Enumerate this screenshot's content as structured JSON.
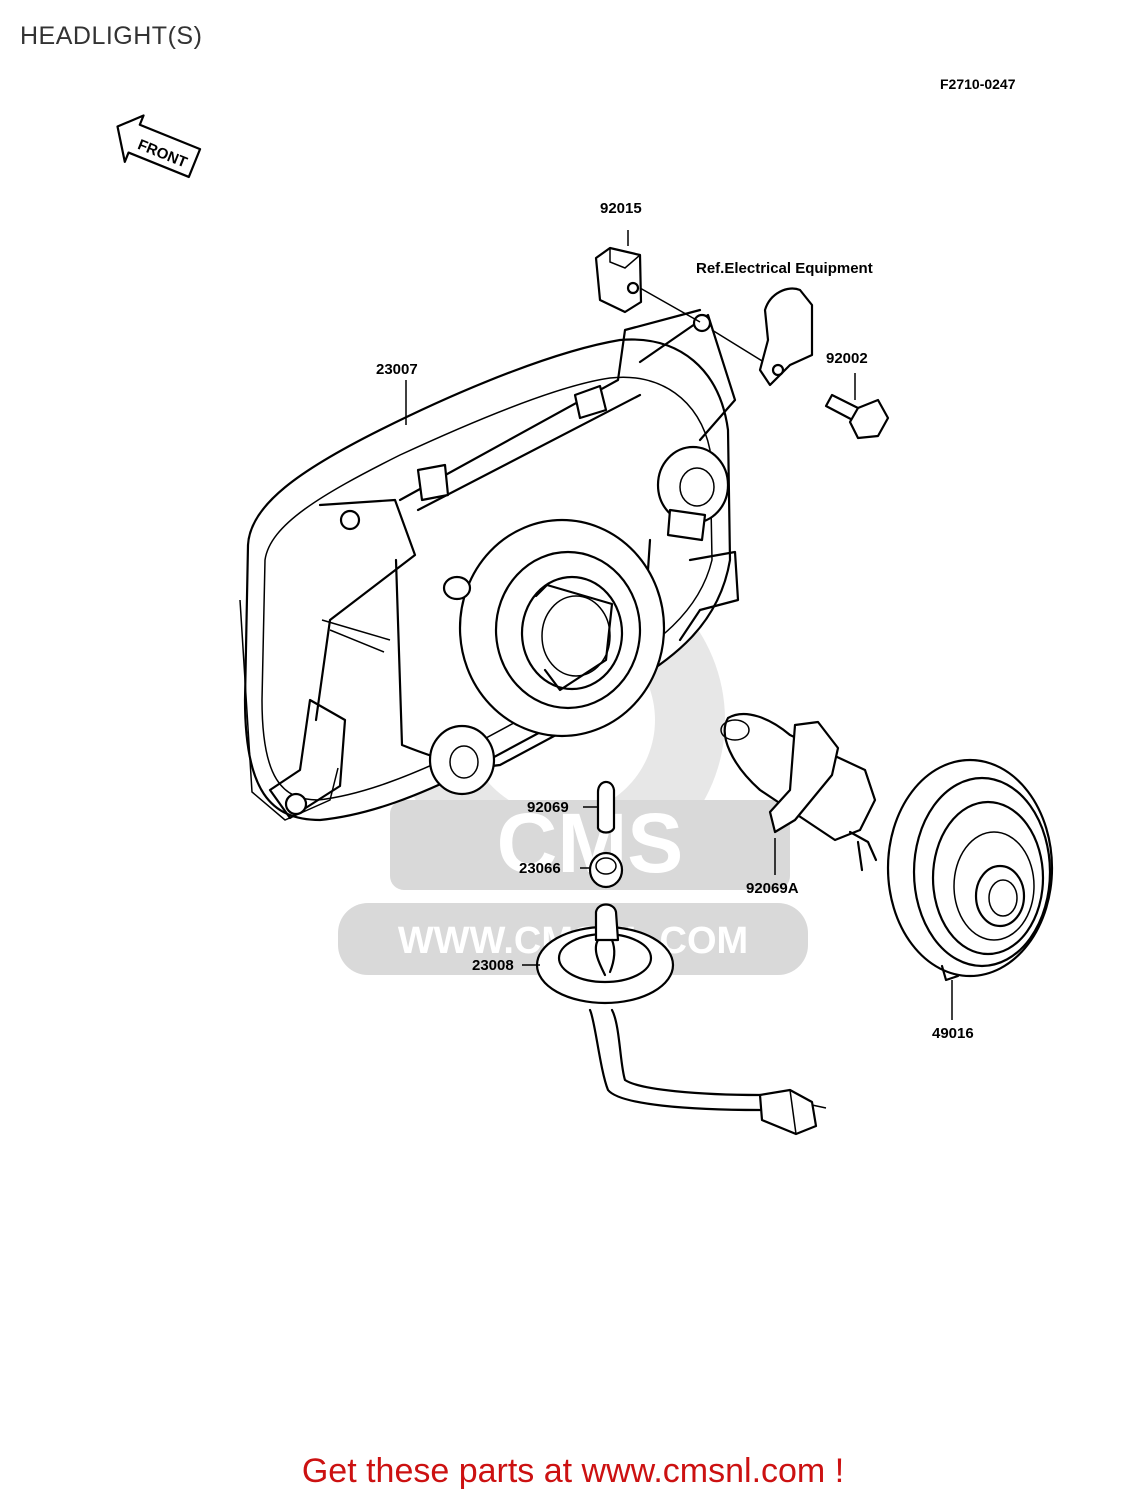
{
  "page_title": "HEADLIGHT(S)",
  "figure_code": "F2710-0247",
  "front_arrow_label": "FRONT",
  "reference_note": "Ref.Electrical Equipment",
  "part_labels": {
    "p92015": "92015",
    "p23007": "23007",
    "p92002": "92002",
    "p92069": "92069",
    "p23066": "23066",
    "p23008": "23008",
    "p92069a": "92069A",
    "p49016": "49016"
  },
  "watermark": {
    "brand": "CMS",
    "url": "WWW.CMSNL.COM",
    "color": "#d9d9d9"
  },
  "call_to_action": "Get these parts at www.cmsnl.com !",
  "colors": {
    "cta": "#cc1111",
    "line": "#000000"
  }
}
